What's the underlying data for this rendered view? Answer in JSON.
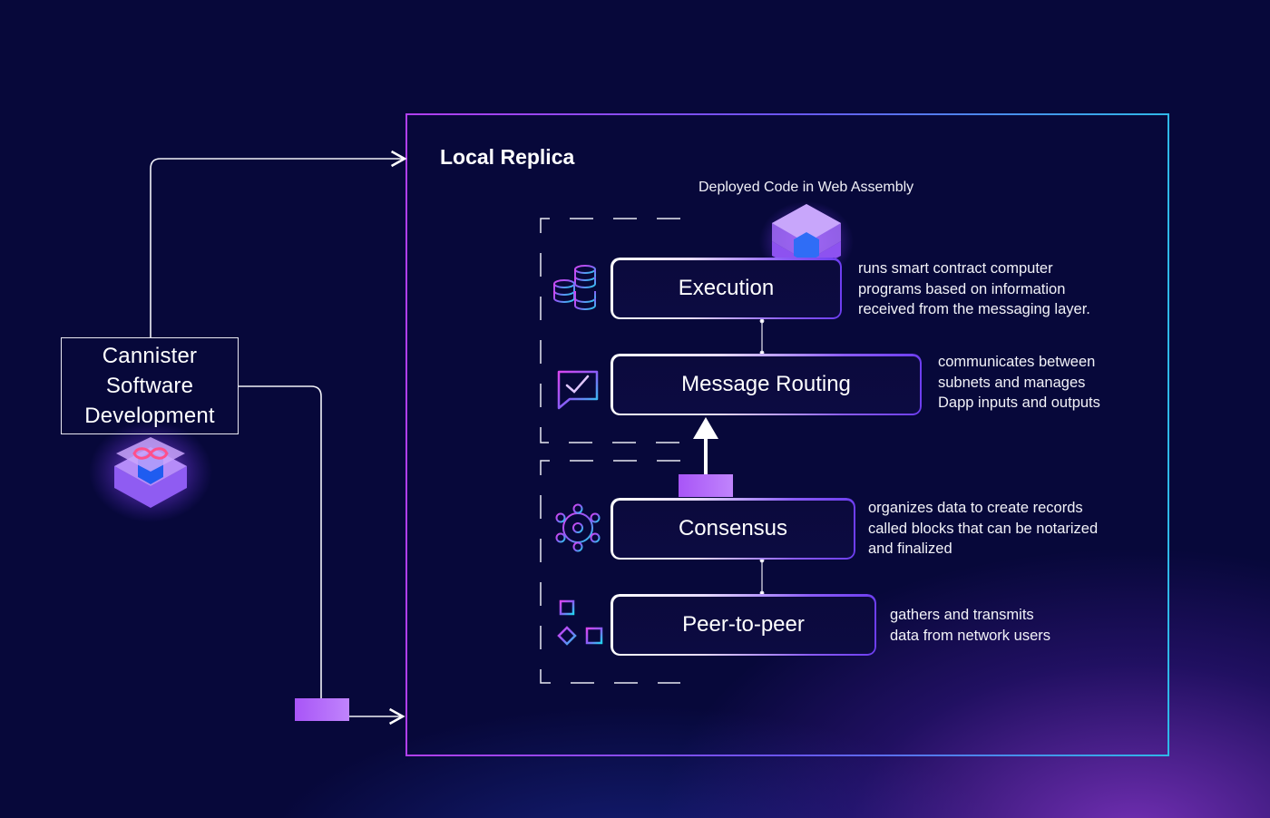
{
  "source": {
    "label": "Cannister\nSoftware\nDevelopment"
  },
  "replica": {
    "title": "Local Replica",
    "deployed_label": "Deployed Code in Web Assembly",
    "layers": [
      {
        "name": "Execution",
        "description": "runs smart contract computer\nprograms based on information\nreceived from the messaging layer.",
        "icon": "database-stack-icon"
      },
      {
        "name": "Message Routing",
        "description": "communicates between\nsubnets and manages\nDapp inputs and outputs",
        "icon": "message-check-icon"
      },
      {
        "name": "Consensus",
        "description": "organizes data to create records\ncalled blocks that can be notarized\nand finalized",
        "icon": "network-hub-icon"
      },
      {
        "name": "Peer-to-peer",
        "description": "gathers and transmits\ndata from network users",
        "icon": "peer-nodes-icon"
      }
    ]
  },
  "colors": {
    "background": "#07083a",
    "accent_purple": "#8b5cf6",
    "accent_blue": "#22d3ee",
    "accent_pink": "#c026d3"
  }
}
